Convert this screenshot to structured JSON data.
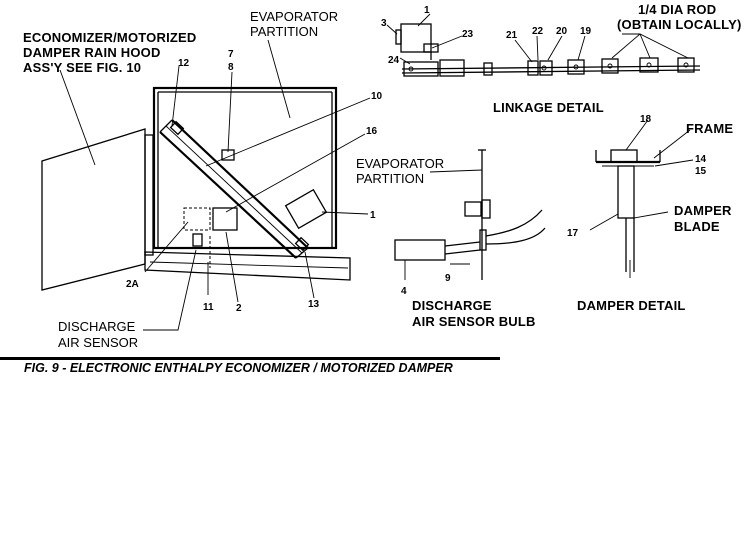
{
  "labels": {
    "rain_hood_1": "ECONOMIZER/MOTORIZED",
    "rain_hood_2": "DAMPER RAIN HOOD",
    "rain_hood_3": "ASS'Y SEE FIG. 10",
    "evap_partition_1": "EVAPORATOR",
    "evap_partition_2": "PARTITION",
    "evap_partition_detail_1": "EVAPORATOR",
    "evap_partition_detail_2": "PARTITION",
    "discharge_sensor_1": "DISCHARGE",
    "discharge_sensor_2": "AIR SENSOR",
    "bulb_title_1": "DISCHARGE",
    "bulb_title_2": "AIR SENSOR BULB",
    "linkage_title": "LINKAGE DETAIL",
    "rod_1": "1/4 DIA ROD",
    "rod_2": "(OBTAIN LOCALLY)",
    "frame": "FRAME",
    "damper_blade_1": "DAMPER",
    "damper_blade_2": "BLADE",
    "damper_detail_title": "DAMPER DETAIL"
  },
  "part_numbers": {
    "n1a": "1",
    "n3": "3",
    "n23": "23",
    "n24": "24",
    "n21": "21",
    "n22": "22",
    "n20": "20",
    "n19": "19",
    "n12": "12",
    "n7": "7",
    "n8": "8",
    "n10": "10",
    "n16": "16",
    "n1b": "1",
    "n2a": "2A",
    "n11": "11",
    "n2": "2",
    "n13": "13",
    "n9": "9",
    "n4": "4",
    "n18": "18",
    "n14": "14",
    "n15": "15",
    "n17": "17"
  },
  "caption": "FIG. 9 - ELECTRONIC ENTHALPY ECONOMIZER / MOTORIZED DAMPER"
}
